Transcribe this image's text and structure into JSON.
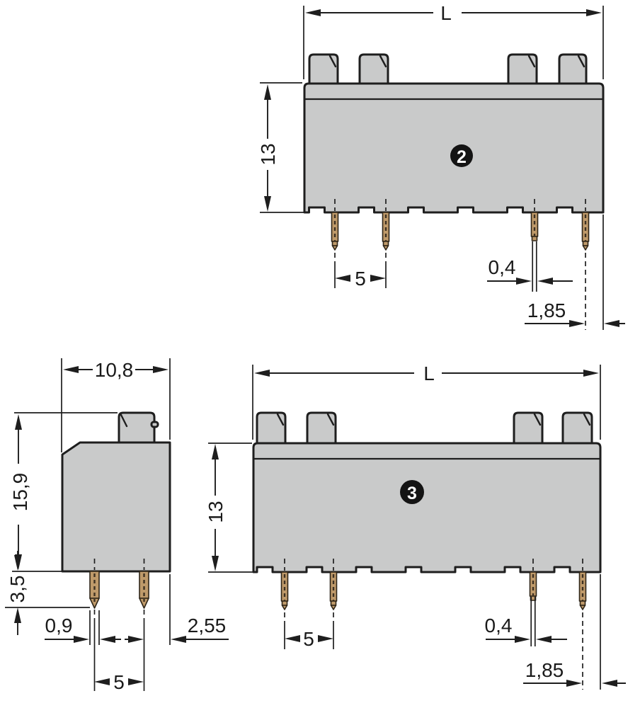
{
  "drawing": {
    "type": "technical-dimension-drawing",
    "views": {
      "front_top": {
        "marker": "2",
        "labels": {
          "length": "L",
          "height": "13",
          "pin_pitch": "5",
          "pin_thickness": "0,4",
          "pin_to_edge": "1,85"
        }
      },
      "side": {
        "labels": {
          "width": "10,8",
          "total_height": "15,9",
          "pin_length": "3,5",
          "pin_width": "0,9",
          "pin_to_edge": "2,55",
          "pin_pitch": "5"
        }
      },
      "front_bottom": {
        "marker": "3",
        "labels": {
          "length": "L",
          "height": "13",
          "pin_pitch": "5",
          "pin_thickness": "0,4",
          "pin_to_edge": "1,85"
        }
      }
    },
    "colors": {
      "background": "#ffffff",
      "body_fill": "#c9caca",
      "line": "#1e1e1e",
      "pin_fill": "#bf9a6a",
      "pin_dash": "#3f3223",
      "marker_bg": "#141414",
      "marker_text": "#ffffff"
    }
  }
}
